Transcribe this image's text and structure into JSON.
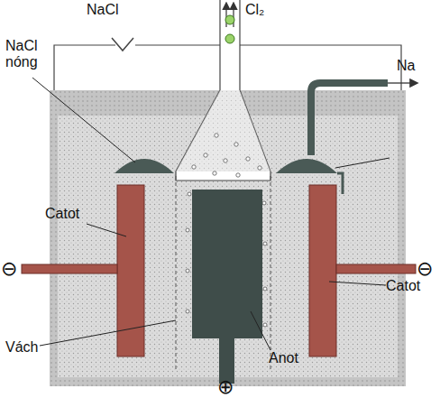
{
  "diagram": {
    "labels": [
      "NaCl",
      "Cl₂",
      "Na",
      "NaCl nóng",
      "Catot",
      "Catot",
      "Vách",
      "Anot",
      "⊖",
      "⊖",
      "⊕"
    ]
  }
}
